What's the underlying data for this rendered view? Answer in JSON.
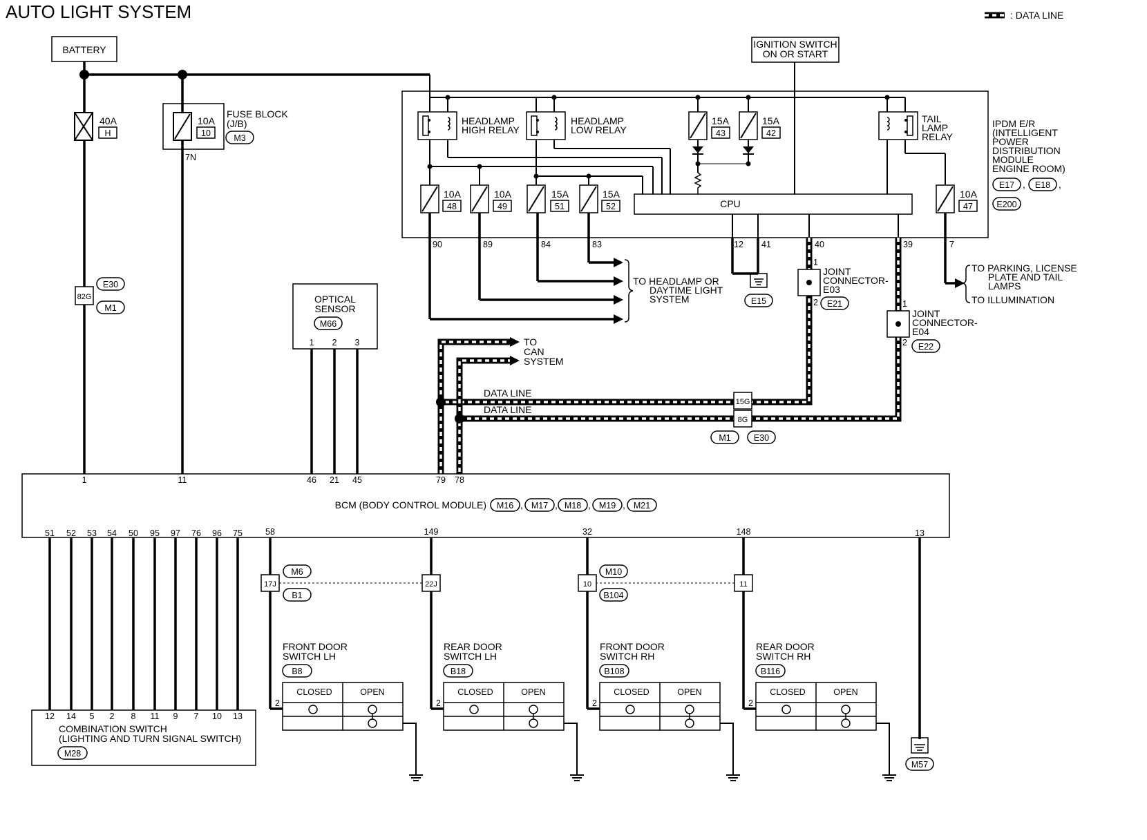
{
  "title": "AUTO LIGHT SYSTEM",
  "legend": {
    "label": ": DATA LINE"
  },
  "battery": {
    "label": "BATTERY",
    "fuse_amp": "40A",
    "fuse_id": "H",
    "connector_term": "82G",
    "connectors": [
      "E30",
      "M1"
    ]
  },
  "fuse_block": {
    "title": [
      "FUSE BLOCK",
      "(J/B)"
    ],
    "connector": "M3",
    "fuse_amp": "10A",
    "fuse_id": "10",
    "terminal": "7N"
  },
  "ignition": {
    "label": [
      "IGNITION SWITCH",
      "ON OR START"
    ]
  },
  "ipdm": {
    "title": [
      "IPDM E/R",
      "(INTELLIGENT",
      "POWER",
      "DISTRIBUTION",
      "MODULE",
      "ENGINE ROOM)"
    ],
    "connectors": [
      "E17",
      "E18",
      "E200"
    ],
    "cpu": "CPU",
    "relays": {
      "high": [
        "HEADLAMP",
        "HIGH RELAY"
      ],
      "low": [
        "HEADLAMP",
        "LOW RELAY"
      ],
      "tail": [
        "TAIL",
        "LAMP",
        "RELAY"
      ]
    },
    "fuses": {
      "f43": {
        "amp": "15A",
        "id": "43"
      },
      "f42": {
        "amp": "15A",
        "id": "42"
      },
      "f48": {
        "amp": "10A",
        "id": "48"
      },
      "f49": {
        "amp": "10A",
        "id": "49"
      },
      "f51": {
        "amp": "15A",
        "id": "51"
      },
      "f52": {
        "amp": "15A",
        "id": "52"
      },
      "f47": {
        "amp": "10A",
        "id": "47"
      }
    },
    "terminals": {
      "t90": "90",
      "t89": "89",
      "t84": "84",
      "t83": "83",
      "t12": "12",
      "t41": "41",
      "t40": "40",
      "t39": "39",
      "t7": "7"
    },
    "ground": "E15"
  },
  "headlamp_dest": [
    "TO HEADLAMP OR",
    "DAYTIME LIGHT",
    "SYSTEM"
  ],
  "parking_dest": [
    "TO PARKING, LICENSE",
    "PLATE AND TAIL",
    "LAMPS"
  ],
  "illum_dest": "TO ILLUMINATION",
  "jc_e03": {
    "label": [
      "JOINT",
      "CONNECTOR-",
      "E03"
    ],
    "connector": "E21",
    "pin_top": "1",
    "pin_bot": "2"
  },
  "jc_e04": {
    "label": [
      "JOINT",
      "CONNECTOR-",
      "E04"
    ],
    "connector": "E22",
    "pin_top": "1",
    "pin_bot": "2"
  },
  "can_dest": [
    "TO",
    "CAN",
    "SYSTEM"
  ],
  "data_line_label": "DATA LINE",
  "data_conn": {
    "t15g": "15G",
    "t8g": "8G",
    "connectors": [
      "M1",
      "E30"
    ]
  },
  "optical_sensor": {
    "label": [
      "OPTICAL",
      "SENSOR"
    ],
    "connector": "M66",
    "pins": [
      "1",
      "2",
      "3"
    ]
  },
  "bcm": {
    "label": "BCM (BODY CONTROL MODULE)",
    "connectors": [
      "M16",
      "M17",
      "M18",
      "M19",
      "M21"
    ],
    "top_pins": {
      "p1": "1",
      "p11": "11",
      "p46": "46",
      "p21": "21",
      "p45": "45",
      "p79": "79",
      "p78": "78"
    },
    "bottom_pins": [
      "51",
      "52",
      "53",
      "54",
      "50",
      "95",
      "97",
      "76",
      "96",
      "75"
    ],
    "door_pins": {
      "p58": "58",
      "p149": "149",
      "p32": "32",
      "p148": "148",
      "p13": "13"
    }
  },
  "combo_switch": {
    "pins": [
      "12",
      "14",
      "5",
      "2",
      "8",
      "11",
      "9",
      "7",
      "10",
      "13"
    ],
    "label": [
      "COMBINATION SWITCH",
      "(LIGHTING AND TURN SIGNAL SWITCH)"
    ],
    "connector": "M28"
  },
  "door_connectors": {
    "c17j": "17J",
    "c22j": "22J",
    "c10": "10",
    "c11": "11",
    "m6": "M6",
    "b1": "B1",
    "m10": "M10",
    "b104": "B104"
  },
  "door_switches": [
    {
      "label": [
        "FRONT DOOR",
        "SWITCH LH"
      ],
      "connector": "B8",
      "pin": "2",
      "closed": "CLOSED",
      "open": "OPEN"
    },
    {
      "label": [
        "REAR DOOR",
        "SWITCH LH"
      ],
      "connector": "B18",
      "pin": "2",
      "closed": "CLOSED",
      "open": "OPEN"
    },
    {
      "label": [
        "FRONT DOOR",
        "SWITCH RH"
      ],
      "connector": "B108",
      "pin": "2",
      "closed": "CLOSED",
      "open": "OPEN"
    },
    {
      "label": [
        "REAR DOOR",
        "SWITCH RH"
      ],
      "connector": "B116",
      "pin": "2",
      "closed": "CLOSED",
      "open": "OPEN"
    }
  ],
  "bcm_ground": "M57"
}
